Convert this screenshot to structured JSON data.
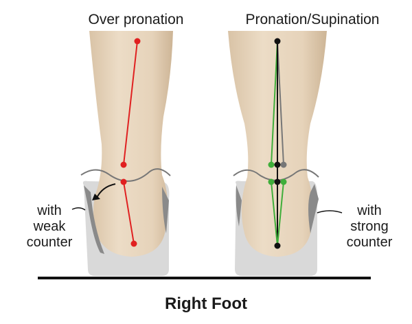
{
  "titles": {
    "left": "Over pronation",
    "right": "Pronation/Supination"
  },
  "labels": {
    "left": [
      "with",
      "weak",
      "counter"
    ],
    "right": [
      "with",
      "strong",
      "counter"
    ]
  },
  "caption": "Right Foot",
  "colors": {
    "skin": "#e8d5bd",
    "skin_shadow": "#d8c0a3",
    "shoe": "#d9d9d9",
    "shoe_dark": "#8a8a8a",
    "red": "#e02020",
    "green": "#3fae3a",
    "black": "#111111",
    "gray": "#777777"
  }
}
